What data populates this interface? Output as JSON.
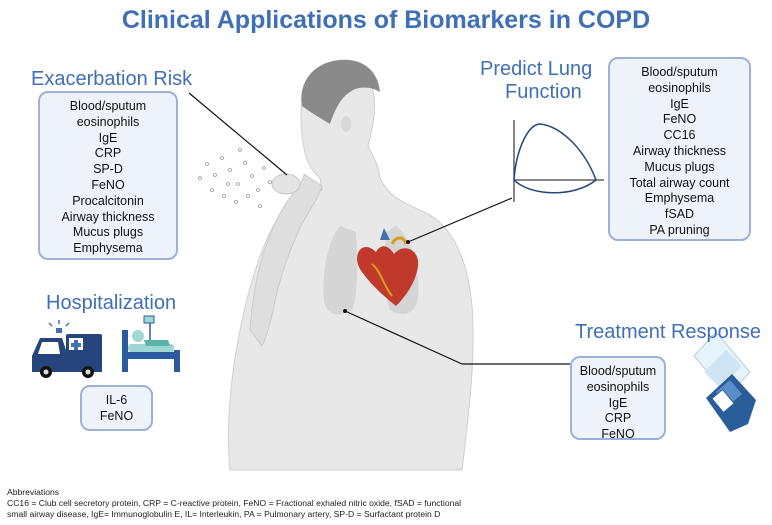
{
  "title": "Clinical Applications of Biomarkers in COPD",
  "sections": {
    "exacerbation": {
      "heading": "Exacerbation Risk",
      "items": [
        "Blood/sputum",
        "eosinophils",
        "IgE",
        "CRP",
        "SP-D",
        "FeNO",
        "Procalcitonin",
        "Airway thickness",
        "Mucus plugs",
        "Emphysema"
      ]
    },
    "lung_function": {
      "heading_line1": "Predict Lung",
      "heading_line2": "Function",
      "items": [
        "Blood/sputum",
        "eosinophils",
        "IgE",
        "FeNO",
        "CC16",
        "Airway thickness",
        "Mucus plugs",
        "Total airway count",
        "Emphysema",
        "fSAD",
        "PA pruning"
      ]
    },
    "hospitalization": {
      "heading": "Hospitalization",
      "items": [
        "IL-6",
        "FeNO"
      ]
    },
    "treatment": {
      "heading": "Treatment Response",
      "items": [
        "Blood/sputum",
        "eosinophils",
        "IgE",
        "CRP",
        "FeNO"
      ]
    }
  },
  "abbreviations": {
    "heading": "Abbreviations",
    "line1": "CC16 = Club cell secretory protein, CRP = C-reactive protein, FeNO = Fractional exhaled nitric oxide, fSAD = functional",
    "line2": "small airway disease, IgE= Immunoglobulin E, IL= Interleukin, PA = Pulmonary artery, SP-D = Surfactant protein D"
  },
  "colors": {
    "title": "#3f6fb5",
    "box_border": "#9db1d8",
    "box_fill": "#eef3fb",
    "skin": "#e6e6e6",
    "hair": "#8a8a8a"
  },
  "icons": [
    "ambulance-icon",
    "hospital-bed-icon",
    "inhaler-icon",
    "heart-lungs-icon",
    "flow-volume-curve-icon"
  ]
}
